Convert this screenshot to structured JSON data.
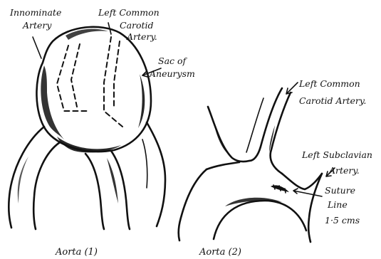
{
  "diagram": {
    "labels": {
      "innominate_line1": "Innominate",
      "innominate_line2": "Artery",
      "lcc1_line1": "Left Common",
      "lcc1_line2": "Carotid",
      "lcc1_line3": "Artery.",
      "sac_line1": "Sac of",
      "sac_line2": "Aneurysm",
      "lcc2_line1": "Left Common",
      "lcc2_line2": "Carotid Artery.",
      "lsub_line1": "Left Subclavian",
      "lsub_line2": "Artery.",
      "suture_line1": "Suture",
      "suture_line2": "Line",
      "suture_line3": "1·5 cms"
    },
    "captions": {
      "aorta1": "Aorta (1)",
      "aorta2": "Aorta (2)"
    }
  }
}
